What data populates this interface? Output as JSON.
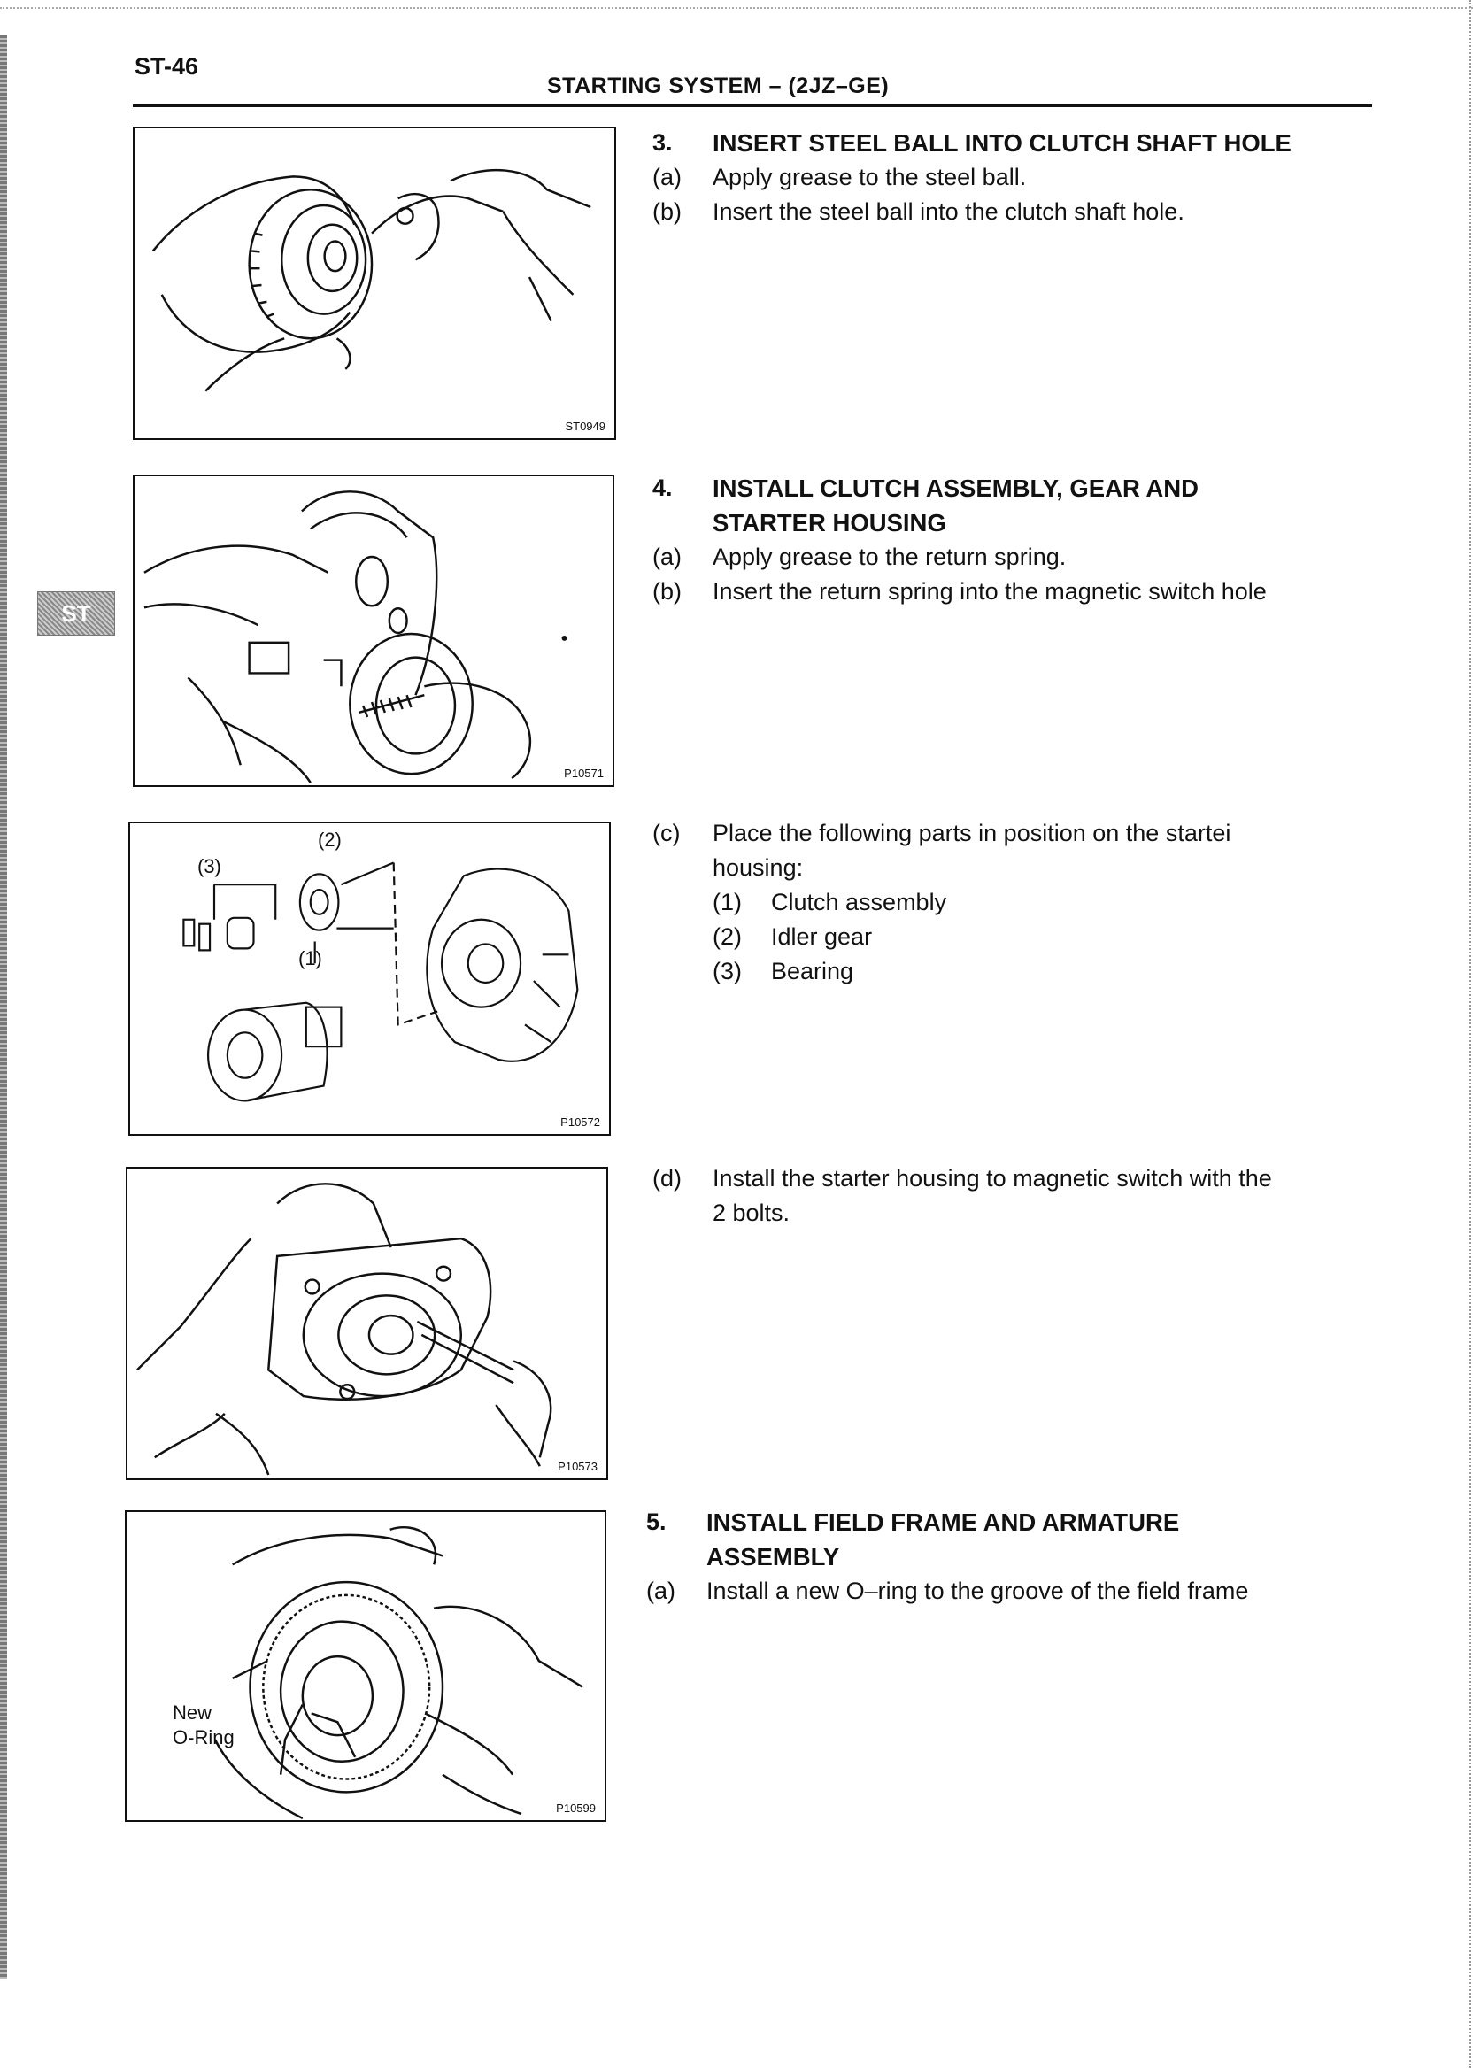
{
  "header": {
    "page_code": "ST-46",
    "section_title": "STARTING SYSTEM – (2JZ–GE)",
    "side_tab": "ST"
  },
  "figures": [
    {
      "code": "ST0949"
    },
    {
      "code": "P10571"
    },
    {
      "code": "P10572",
      "labels": [
        "(3)",
        "(2)",
        "(1)"
      ]
    },
    {
      "code": "P10573"
    },
    {
      "code": "P10599",
      "labels": [
        "New",
        "O-Ring"
      ]
    }
  ],
  "steps": [
    {
      "number": "3.",
      "title": "INSERT STEEL BALL INTO CLUTCH SHAFT HOLE",
      "items": [
        {
          "mark": "(a)",
          "text": "Apply grease to the steel ball."
        },
        {
          "mark": "(b)",
          "text": "Insert the steel ball into the clutch shaft hole."
        }
      ]
    },
    {
      "number": "4.",
      "title_line1": "INSTALL CLUTCH ASSEMBLY, GEAR AND",
      "title_line2": "STARTER HOUSING",
      "items": [
        {
          "mark": "(a)",
          "text": "Apply grease to the return spring."
        },
        {
          "mark": "(b)",
          "text": "Insert the return spring into the magnetic switch hole"
        },
        {
          "mark": "(c)",
          "text_line1": "Place the following parts in position on the startei",
          "text_line2": "housing:",
          "list": [
            {
              "mark": "(1)",
              "text": "Clutch assembly"
            },
            {
              "mark": "(2)",
              "text": "Idler gear"
            },
            {
              "mark": "(3)",
              "text": "Bearing"
            }
          ]
        },
        {
          "mark": "(d)",
          "text_line1": "Install the starter housing to magnetic switch with the",
          "text_line2": "2 bolts."
        }
      ]
    },
    {
      "number": "5.",
      "title_line1": "INSTALL FIELD FRAME AND ARMATURE",
      "title_line2": "ASSEMBLY",
      "items": [
        {
          "mark": "(a)",
          "text": "Install a new O–ring to the groove of the field frame"
        }
      ]
    }
  ]
}
